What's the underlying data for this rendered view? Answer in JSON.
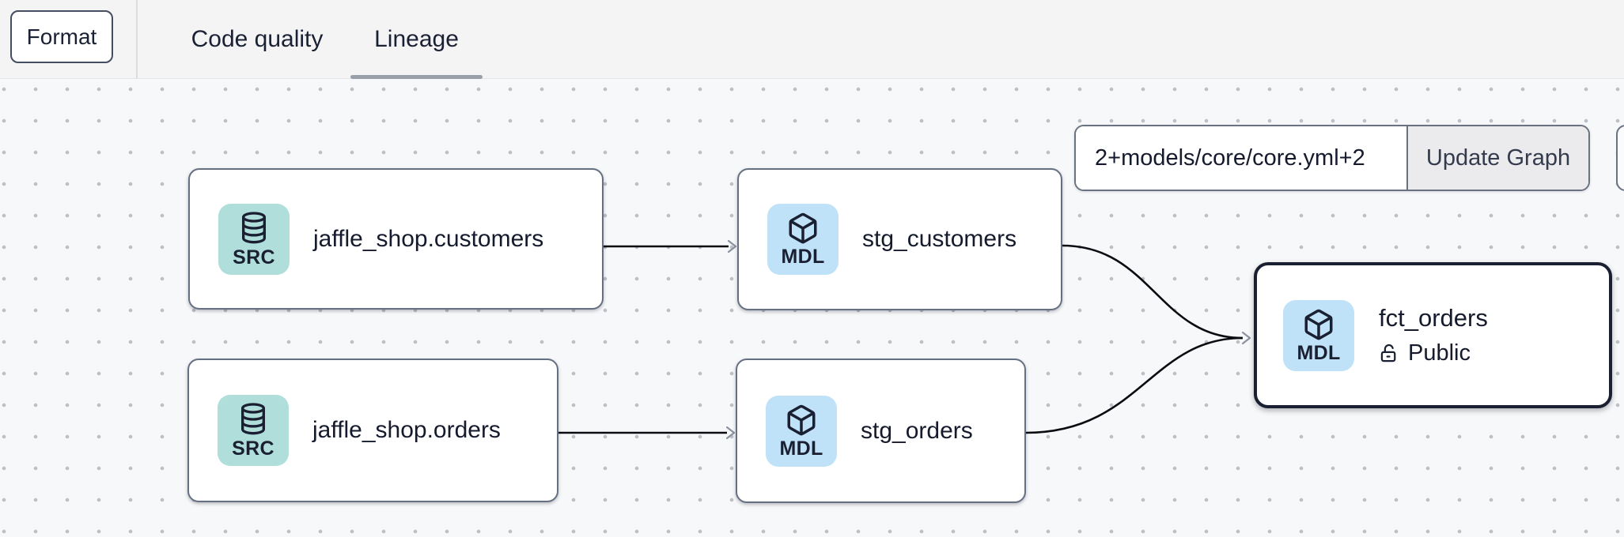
{
  "toolbar": {
    "format_button": "Format",
    "tabs": [
      {
        "label": "Code quality",
        "active": false
      },
      {
        "label": "Lineage",
        "active": true
      }
    ]
  },
  "lineage_controls": {
    "selector_input_value": "2+models/core/core.yml+2",
    "update_button": "Update Graph"
  },
  "graph": {
    "nodes": [
      {
        "id": "jaffle_shop.customers",
        "type": "source",
        "badge": "SRC",
        "icon": "database-icon",
        "label": "jaffle_shop.customers",
        "selected": false
      },
      {
        "id": "stg_customers",
        "type": "model",
        "badge": "MDL",
        "icon": "cube-icon",
        "label": "stg_customers",
        "selected": false
      },
      {
        "id": "jaffle_shop.orders",
        "type": "source",
        "badge": "SRC",
        "icon": "database-icon",
        "label": "jaffle_shop.orders",
        "selected": false
      },
      {
        "id": "stg_orders",
        "type": "model",
        "badge": "MDL",
        "icon": "cube-icon",
        "label": "stg_orders",
        "selected": false
      },
      {
        "id": "fct_orders",
        "type": "model",
        "badge": "MDL",
        "icon": "cube-icon",
        "label": "fct_orders",
        "access": "Public",
        "access_icon": "unlock-icon",
        "selected": true
      }
    ],
    "edges": [
      {
        "from": "jaffle_shop.customers",
        "to": "stg_customers"
      },
      {
        "from": "jaffle_shop.orders",
        "to": "stg_orders"
      },
      {
        "from": "stg_customers",
        "to": "fct_orders"
      },
      {
        "from": "stg_orders",
        "to": "fct_orders"
      }
    ]
  },
  "colors": {
    "topbar_bg": "#f4f4f5",
    "canvas_bg": "#f7f8f9",
    "canvas_dots": "#bcc1c8",
    "source_badge_bg": "#b0dedb",
    "model_badge_bg": "#bfe2f8",
    "text_primary": "#151a2d",
    "node_border": "#667083",
    "selected_node_border": "#1a2032",
    "edge": "#0a0c12",
    "arrowhead": "#8b919e",
    "tab_underline": "#9aa0aa",
    "update_button_bg": "#ebebed"
  }
}
